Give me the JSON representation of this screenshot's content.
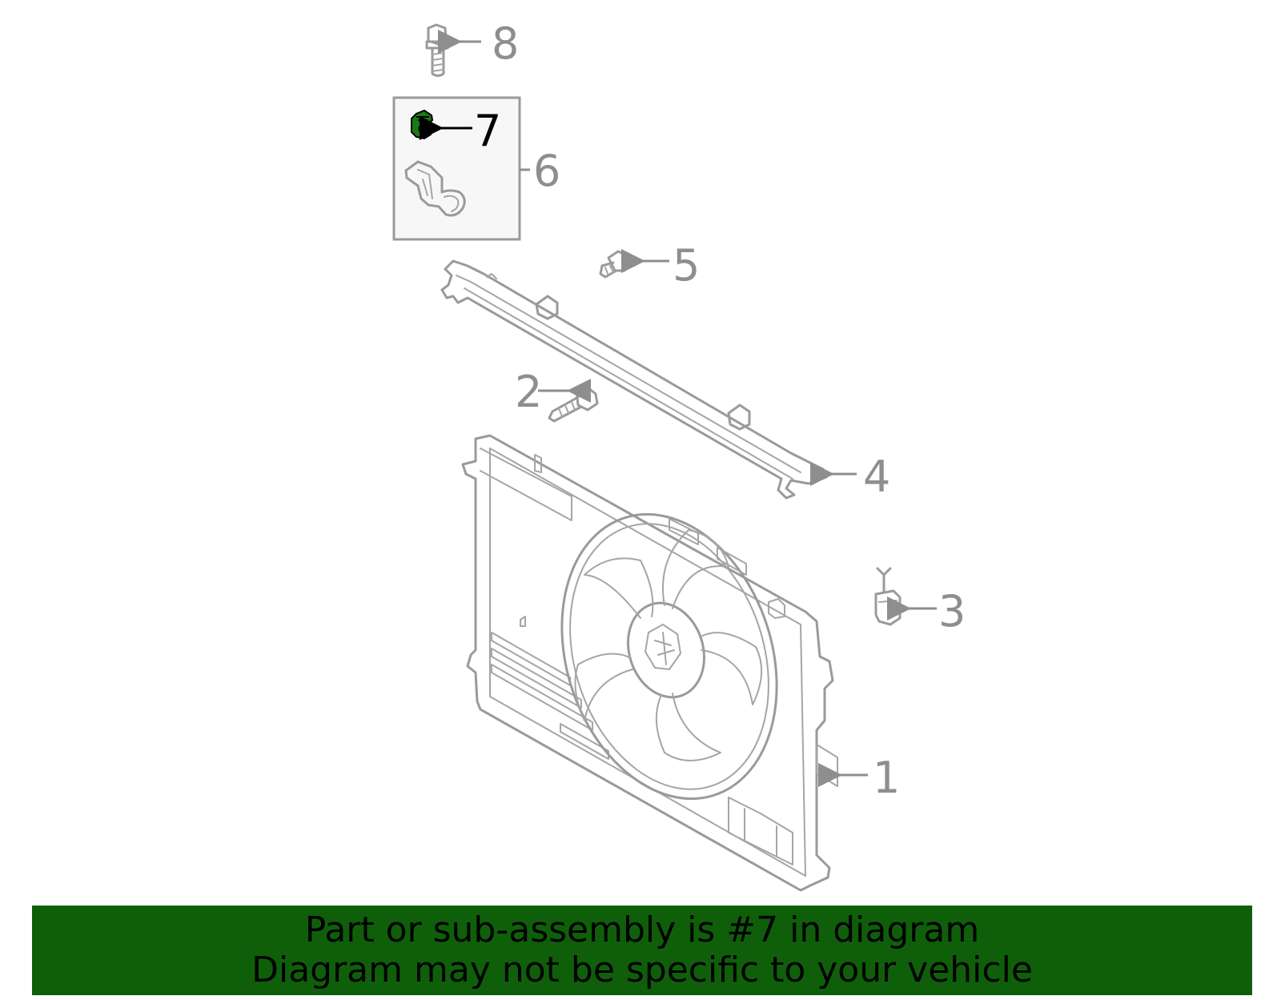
{
  "diagram": {
    "highlight_color": "#0f5f0a",
    "line_color": "#9a9a9a",
    "active_callout": "7",
    "callouts": {
      "c1": "1",
      "c2": "2",
      "c3": "3",
      "c4": "4",
      "c5": "5",
      "c6": "6",
      "c7": "7",
      "c8": "8"
    }
  },
  "banner": {
    "background": "#0f5f0a",
    "line1": "Part or sub-assembly is #7 in diagram",
    "line2": "Diagram may not be specific to your vehicle"
  }
}
